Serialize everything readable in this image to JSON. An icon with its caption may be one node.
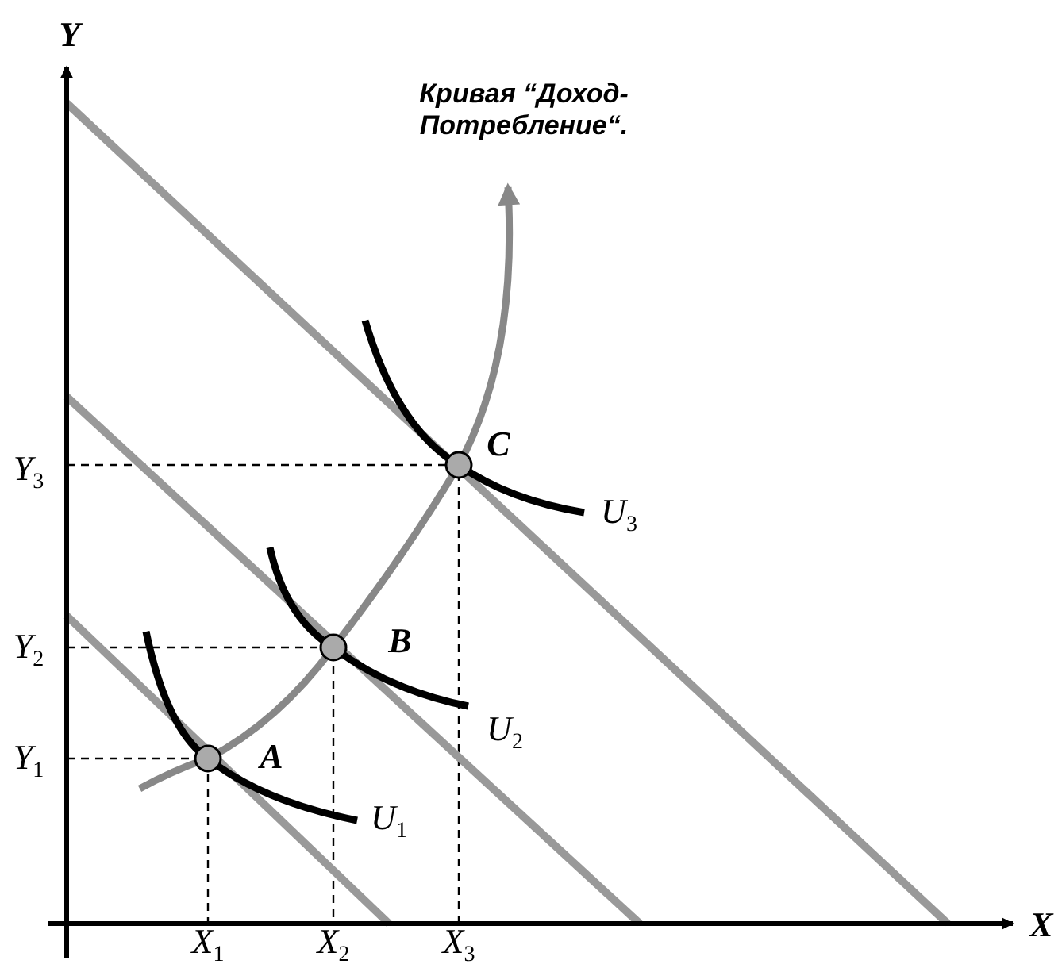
{
  "diagram": {
    "labels": [
      "Y",
      "Кривая “Доход-Потребление“.",
      "Y$_{3}$",
      "C",
      "U$_{3}$",
      "Y$_{2}$",
      "B",
      "U$_{2}$",
      "Y$_{1}$",
      "A",
      "U$_{1}$",
      "X",
      "X$_{1}$",
      "X$_{2}$",
      "X$_{3}$"
    ]
  }
}
